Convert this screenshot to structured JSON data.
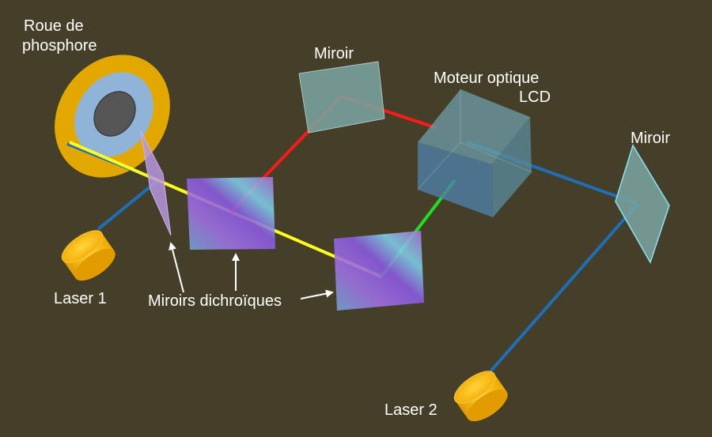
{
  "labels": {
    "phosphor_wheel": [
      "Roue de",
      "phosphore"
    ],
    "mirror_top": "Miroir",
    "mirror_right": "Miroir",
    "lcd_engine": [
      "Moteur optique",
      "LCD"
    ],
    "laser1": "Laser 1",
    "laser2": "Laser 2",
    "dichroic_mirrors": "Miroirs dichroïques"
  },
  "colors": {
    "background": "#453e29",
    "blue_beam": "#1e6fb8",
    "yellow_beam": "#ffff1e",
    "red_beam": "#ff1a1a",
    "green_beam": "#22dd22",
    "wheel_outer": "#e3a800",
    "wheel_middle": "#8fb4d8",
    "wheel_hub": "#555555",
    "mirror": "#7aa6a2",
    "laser": "#ffc21e"
  }
}
